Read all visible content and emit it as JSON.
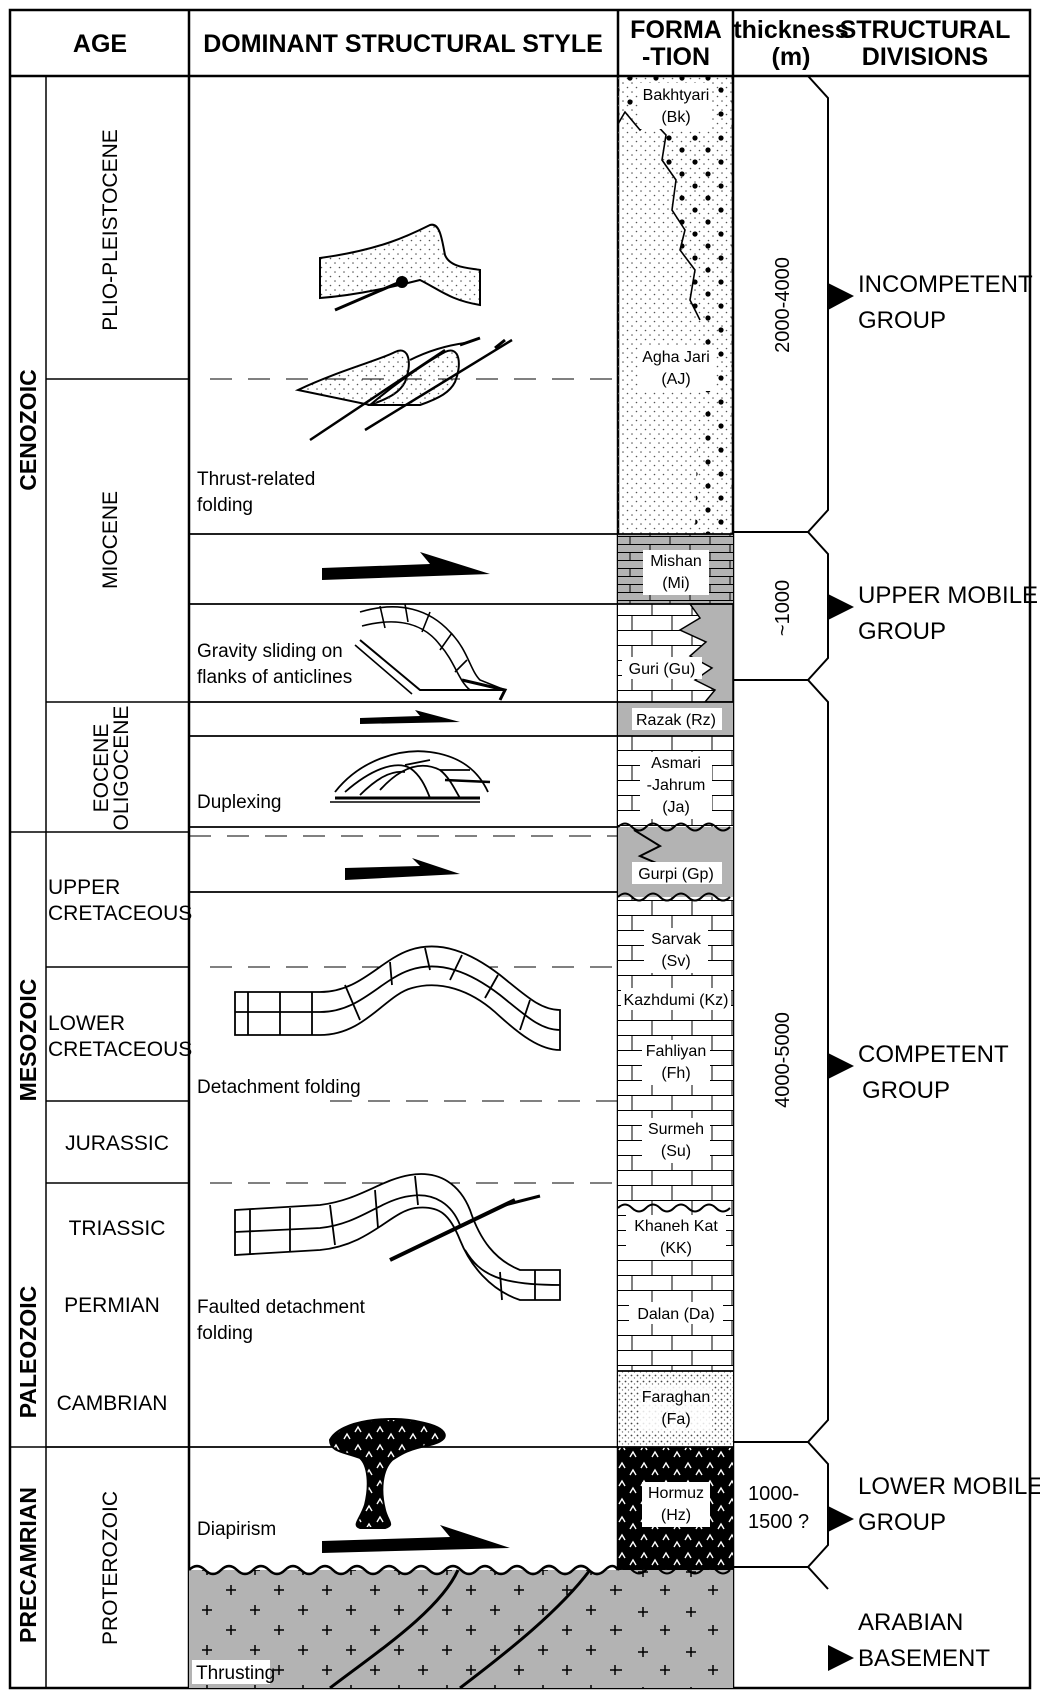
{
  "headers": {
    "age": "AGE",
    "style": "DOMINANT STRUCTURAL STYLE",
    "formation_1": "FORMA",
    "formation_2": "-TION",
    "thickness_1": "thickness",
    "thickness_2": "(m)",
    "divisions_1": "STRUCTURAL",
    "divisions_2": "DIVISIONS"
  },
  "eras": {
    "cenozoic": "CENOZOIC",
    "mesozoic": "MESOZOIC",
    "paleozoic": "PALEOZOIC",
    "precambrian": "PRECAMRIAN"
  },
  "periods": {
    "plio": "PLIO-PLEISTOCENE",
    "miocene": "MIOCENE",
    "eocene": "EOCENE",
    "oligocene": "OLIGOCENE",
    "upper_cret_1": "UPPER",
    "upper_cret_2": "CRETACEOUS",
    "lower_cret_1": "LOWER",
    "lower_cret_2": "CRETACEOUS",
    "jurassic": "JURASSIC",
    "triassic": "TRIASSIC",
    "permian": "PERMIAN",
    "cambrian": "CAMBRIAN",
    "proterozoic": "PROTEROZOIC"
  },
  "styles": {
    "thrust_1": "Thrust-related",
    "thrust_2": "folding",
    "gravity_1": "Gravity sliding on",
    "gravity_2": "flanks of anticlines",
    "duplexing": "Duplexing",
    "detachment": "Detachment folding",
    "faulted_1": "Faulted detachment",
    "faulted_2": "folding",
    "diapirism": "Diapirism",
    "thrusting": "Thrusting"
  },
  "formations": {
    "bk_1": "Bakhtyari",
    "bk_2": "(Bk)",
    "aj_1": "Agha Jari",
    "aj_2": "(AJ)",
    "mi_1": "Mishan",
    "mi_2": "(Mi)",
    "gu": "Guri (Gu)",
    "rz": "Razak (Rz)",
    "ja_1": "Asmari",
    "ja_2": "-Jahrum",
    "ja_3": "(Ja)",
    "gp": "Gurpi (Gp)",
    "sv_1": "Sarvak",
    "sv_2": "(Sv)",
    "kz": "Kazhdumi (Kz)",
    "fh_1": "Fahliyan",
    "fh_2": "(Fh)",
    "su_1": "Surmeh",
    "su_2": "(Su)",
    "kk_1": "Khaneh Kat",
    "kk_2": "(KK)",
    "da": "Dalan (Da)",
    "fa_1": "Faraghan",
    "fa_2": "(Fa)",
    "hz_1": "Hormuz",
    "hz_2": "(Hz)"
  },
  "thickness": {
    "incompetent": "2000-4000",
    "upper_mobile": "~1000",
    "competent": "4000-5000",
    "lower_1": "1000-",
    "lower_2": "1500 ?"
  },
  "divisions": {
    "incompetent_1": "INCOMPETENT",
    "incompetent_2": "GROUP",
    "upper_1": "UPPER MOBILE",
    "upper_2": "GROUP",
    "competent_1": "COMPETENT",
    "competent_2": "GROUP",
    "lower_1": "LOWER MOBILE",
    "lower_2": "GROUP",
    "basement_1": "ARABIAN",
    "basement_2": "BASEMENT"
  },
  "colors": {
    "grey_fill": "#b3b3b3",
    "black": "#000000",
    "white": "#ffffff"
  }
}
